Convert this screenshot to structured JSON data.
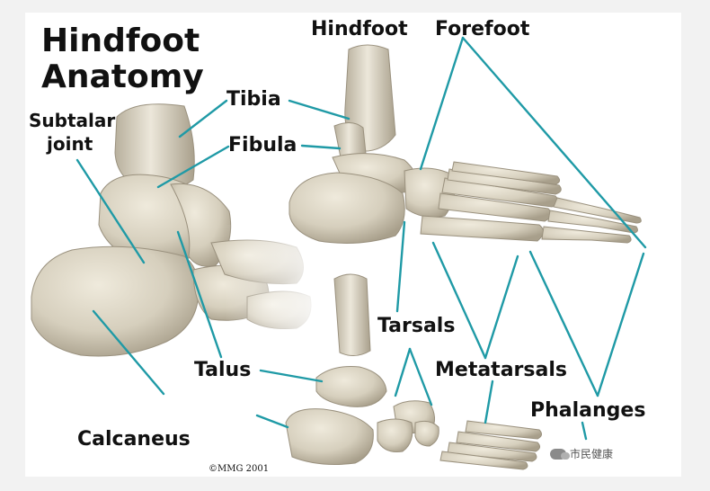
{
  "title": {
    "line1": "Hindfoot",
    "line2": "Anatomy"
  },
  "labels": {
    "tibia": "Tibia",
    "fibula": "Fibula",
    "subtalar_line1": "Subtalar",
    "subtalar_line2": "joint",
    "hindfoot": "Hindfoot",
    "forefoot": "Forefoot",
    "tarsals": "Tarsals",
    "metatarsals": "Metatarsals",
    "phalanges": "Phalanges",
    "talus": "Talus",
    "calcaneus": "Calcaneus"
  },
  "copyright": "©MMG 2001",
  "watermark": "市民健康",
  "colors": {
    "leader": "#1f9aa6",
    "bone": "#d9d2c0",
    "bone_shade": "#b5ad9b",
    "text": "#111111"
  }
}
